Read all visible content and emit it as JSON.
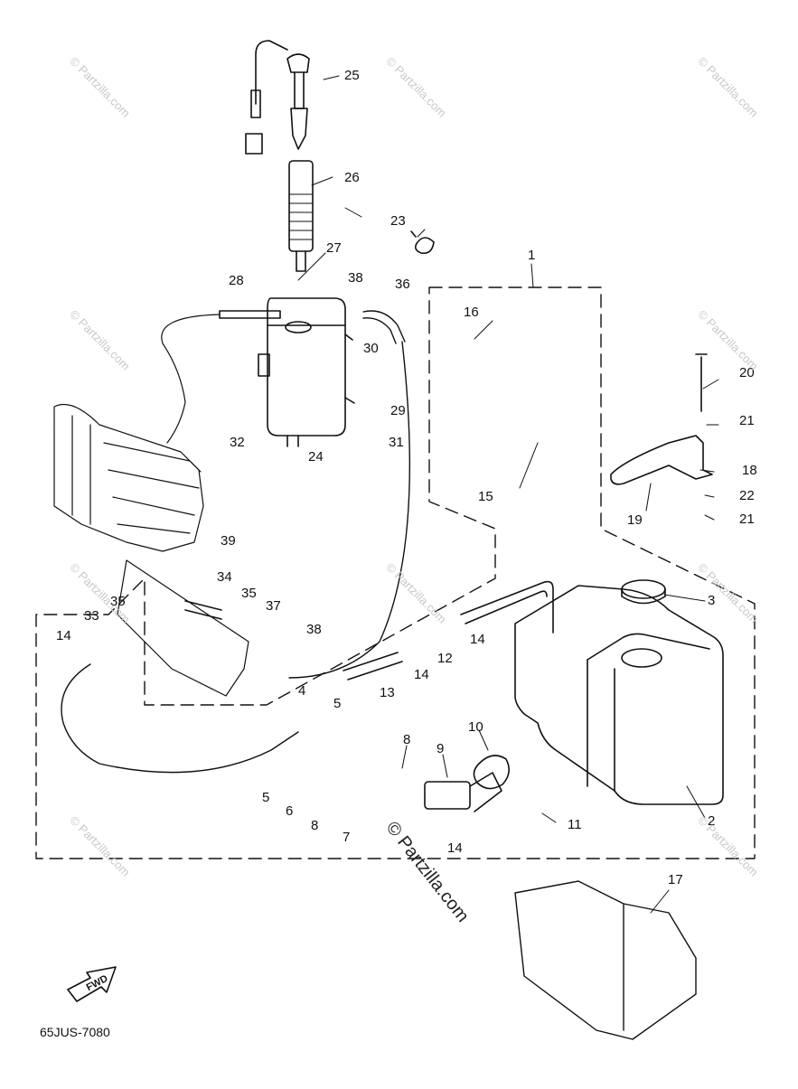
{
  "diagram": {
    "code": "65JUS-7080",
    "fwd_label": "FWD",
    "watermark": "© Partzilla.com",
    "callouts": [
      "1",
      "2",
      "3",
      "4",
      "5",
      "5",
      "6",
      "7",
      "8",
      "8",
      "9",
      "10",
      "11",
      "12",
      "13",
      "14",
      "14",
      "14",
      "14",
      "15",
      "16",
      "17",
      "18",
      "19",
      "20",
      "21",
      "21",
      "22",
      "23",
      "24",
      "25",
      "26",
      "27",
      "28",
      "29",
      "30",
      "31",
      "32",
      "33",
      "34",
      "35",
      "35",
      "36",
      "37",
      "38",
      "38",
      "39"
    ]
  }
}
